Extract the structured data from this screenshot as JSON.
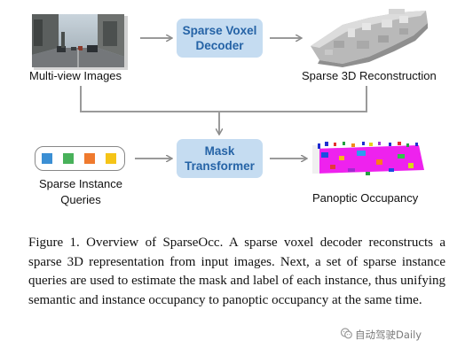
{
  "diagram": {
    "box_decoder_line1": "Sparse Voxel",
    "box_decoder_line2": "Decoder",
    "box_mask_line1": "Mask",
    "box_mask_line2": "Transformer",
    "label_multiview": "Multi-view Images",
    "label_reconstruction": "Sparse 3D Reconstruction",
    "label_queries_line1": "Sparse Instance",
    "label_queries_line2": "Queries",
    "label_panoptic": "Panoptic Occupancy",
    "query_colors": [
      "#3b8fd4",
      "#48b15a",
      "#ef7a2e",
      "#f5c417"
    ],
    "box_color": "#c5dcf1",
    "box_text_color": "#2563a6"
  },
  "caption": {
    "text": "Figure 1. Overview of SparseOcc. A sparse voxel decoder reconstructs a sparse 3D representation from input images. Next, a set of sparse instance queries are used to estimate the mask and label of each instance, thus unifying semantic and instance occupancy to panoptic occupancy at the same time."
  },
  "watermark": {
    "text": "自动驾驶Daily"
  }
}
